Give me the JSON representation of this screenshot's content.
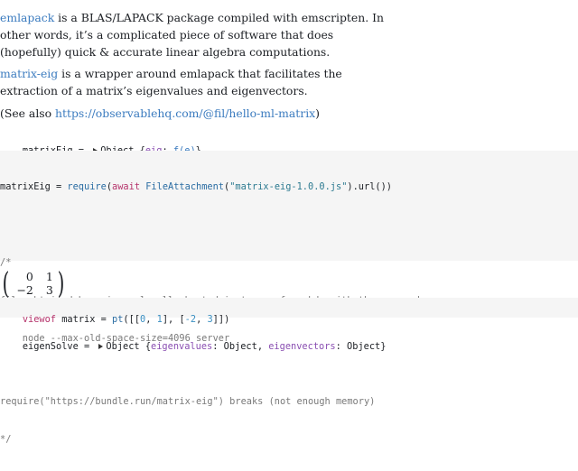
{
  "intro": {
    "p1_link": "emlapack",
    "p1_text": " is a BLAS/LAPACK package compiled with emscripten. In other words, it’s a complicated piece of software that does (hopefully) quick & accurate linear algebra computations.",
    "p2_link": "matrix-eig",
    "p2_text": " is a wrapper around emlapack that facilitates the extraction of a matrix’s eigenvalues and eigenvectors.",
    "p3_prefix": "(See also ",
    "p3_link": "https://observablehq.com/@fil/hello-ml-matrix",
    "p3_suffix": ")"
  },
  "cell_matrixEig_output": {
    "name": "matrixEig",
    "eq": " = ",
    "obj": "Object {",
    "key": "eig",
    "sep": ": ",
    "val": "ƒ(e)",
    "close": "}"
  },
  "cell_matrixEig_code": {
    "line1_a": "matrixEig = ",
    "line1_kw1": "require",
    "line1_p1": "(",
    "line1_kw2": "await",
    "line1_sp": " ",
    "line1_fn": "FileAttachment",
    "line1_p2": "(",
    "line1_str": "\"matrix-eig-1.0.0.js\"",
    "line1_tail": ").url())",
    "comment": [
      "/*",
      "file obtained by using a locally hosted instance of packd, with the command",
      "    node --max-old-space-size=4096 server",
      "",
      "require(\"https://bundle.run/matrix-eig\") breaks (not enough memory)",
      "*/"
    ]
  },
  "matrix_display": {
    "cells": [
      "0",
      "1",
      "−2",
      "3"
    ]
  },
  "cell_matrix_code": {
    "viewof": "viewof",
    "name": " matrix = ",
    "fn": "pt",
    "open": "([[",
    "n1": "0",
    "c1": ", ",
    "n2": "1",
    "mid": "], [",
    "n3": "-2",
    "c2": ", ",
    "n4": "3",
    "close": "]])"
  },
  "cell_eigenSolve_output": {
    "name": "eigenSolve",
    "eq": " = ",
    "obj": "Object {",
    "key1": "eigenvalues",
    "v1": ": Object, ",
    "key2": "eigenvectors",
    "v2": ": Object}"
  }
}
